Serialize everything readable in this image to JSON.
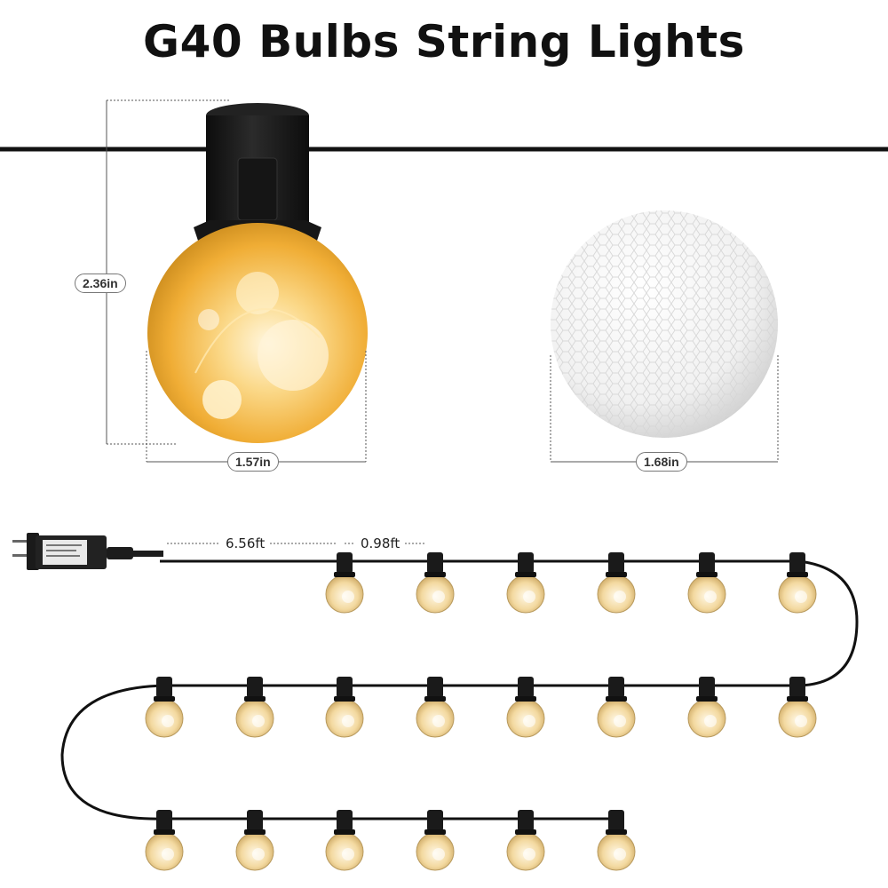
{
  "title": "G40 Bulbs String Lights",
  "dimensions": {
    "height": "2.36in",
    "warm_bulb_width": "1.57in",
    "white_bulb_width": "1.68in"
  },
  "lengths": {
    "lead_cord": "6.56ft",
    "bulb_spacing": "0.98ft"
  },
  "colors": {
    "warm_glow": "#f4b740",
    "socket": "#1c1c1c",
    "cord": "#111111",
    "white_bulb": "#f2f2f2"
  },
  "bulb_rows": [
    6,
    8,
    6
  ]
}
